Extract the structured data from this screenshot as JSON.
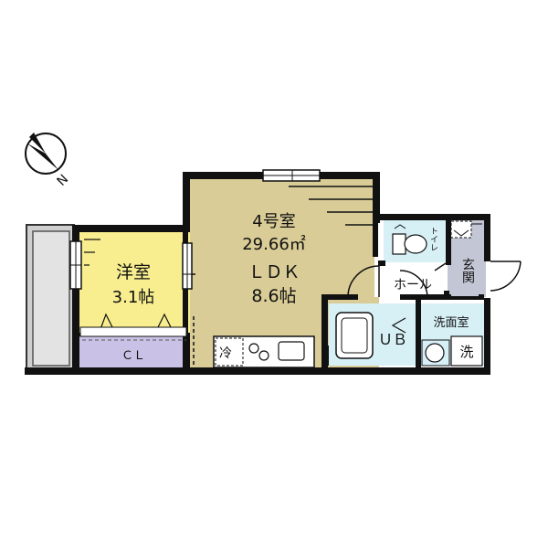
{
  "compass": {
    "letter": "N"
  },
  "rooms": {
    "ldk": {
      "unit": "4号室",
      "area": "29.66㎡",
      "name": "ＬＤＫ",
      "size": "8.6帖"
    },
    "western": {
      "name": "洋室",
      "size": "3.1帖"
    }
  },
  "labels": {
    "closet": "ＣＬ",
    "refrigerator": "冷",
    "toilet": "トイレ",
    "hall": "ホール",
    "entrance": "玄関",
    "unit_bath": "ＵＢ",
    "washroom": "洗面室",
    "washer": "洗"
  },
  "colors": {
    "ldk_fill": "#d9cc97",
    "western_fill": "#f8ee8f",
    "closet_fill": "#c9c2e6",
    "wet_fill": "#d6f0f6",
    "entrance_fill": "#c3c6d4",
    "balcony_fill": "#cfcfcf",
    "wall": "#111111"
  }
}
